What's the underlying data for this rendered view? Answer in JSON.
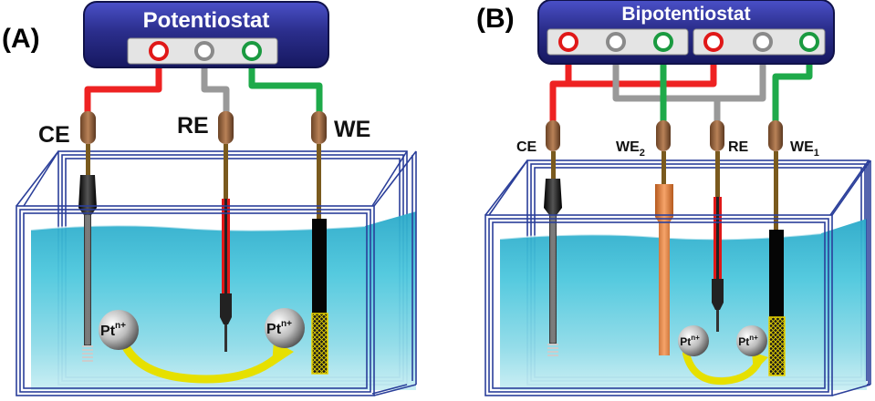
{
  "panel_a": {
    "label": "(A)",
    "instrument": "Potentiostat",
    "electrodes": {
      "ce": "CE",
      "re": "RE",
      "we": "WE"
    },
    "ion": {
      "base": "Pt",
      "charge": "n+"
    }
  },
  "panel_b": {
    "label": "(B)",
    "instrument": "Bipotentiostat",
    "electrodes": {
      "ce": "CE",
      "we2_base": "WE",
      "we2_sub": "2",
      "re": "RE",
      "we1_base": "WE",
      "we1_sub": "1"
    },
    "ion": {
      "base": "Pt",
      "charge": "n+"
    }
  },
  "colors": {
    "instrument": "#2b2e8c",
    "ce_wire": "#ee2222",
    "re_wire": "#999999",
    "we_wire": "#1eaa4a",
    "water": "#3cbfd6",
    "tank_line": "#2b3f9a",
    "arrow": "#e6e000"
  }
}
